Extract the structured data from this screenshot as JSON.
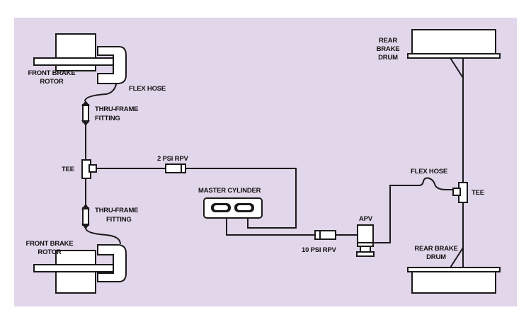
{
  "colors": {
    "background": "#e2d6ea",
    "line": "#1a1a1a",
    "component_fill": "#ffffff"
  },
  "labels": {
    "front_brake_rotor_top_1": "FRONT BRAKE",
    "front_brake_rotor_top_2": "ROTOR",
    "flex_hose_left": "FLEX HOSE",
    "thru_frame_top_1": "THRU-FRAME",
    "thru_frame_top_2": "FITTING",
    "tee_left": "TEE",
    "rpv_2psi": "2 PSI RPV",
    "master_cylinder": "MASTER CYLINDER",
    "thru_frame_bottom_1": "THRU-FRAME",
    "thru_frame_bottom_2": "FITTING",
    "front_brake_rotor_bottom_1": "FRONT BRAKE",
    "front_brake_rotor_bottom_2": "ROTOR",
    "rpv_10psi": "10 PSI RPV",
    "apv": "APV",
    "flex_hose_right": "FLEX HOSE",
    "tee_right": "TEE",
    "rear_brake_drum_top_1": "REAR",
    "rear_brake_drum_top_2": "BRAKE",
    "rear_brake_drum_top_3": "DRUM",
    "rear_brake_drum_bottom_1": "REAR BRAKE",
    "rear_brake_drum_bottom_2": "DRUM"
  }
}
